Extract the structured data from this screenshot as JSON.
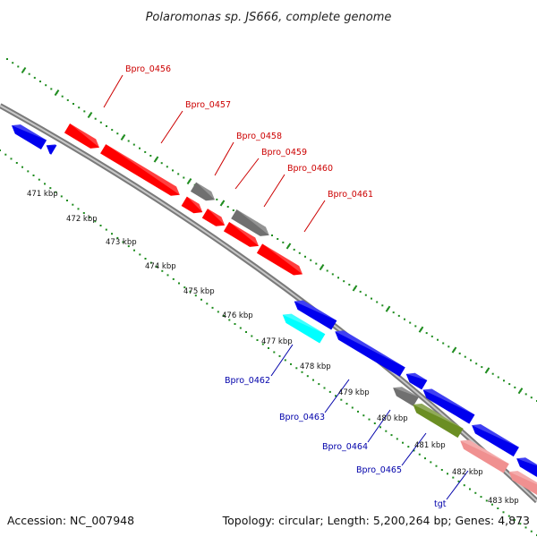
{
  "title": "Polaromonas sp. JS666, complete genome",
  "footer": {
    "accession": "Accession: NC_007948",
    "topology": "Topology: circular; Length: 5,200,264 bp; Genes: 4,873"
  },
  "colors": {
    "backbone": "#808080",
    "grid_dots": "#1e8c1e",
    "forward_label": "#cc0000",
    "reverse_label": "#0000aa",
    "red_gene": "#ff0000",
    "blue_gene": "#0000ee",
    "gray_gene": "#707070",
    "cyan_gene": "#00ffff",
    "olive_gene": "#6b8e23",
    "pink_gene": "#f09090"
  },
  "ticks": [
    "471 kbp",
    "472 kbp",
    "473 kbp",
    "474 kbp",
    "475 kbp",
    "476 kbp",
    "477 kbp",
    "478 kbp",
    "479 kbp",
    "480 kbp",
    "481 kbp",
    "482 kbp",
    "483 kbp"
  ],
  "gene_labels": {
    "forward": [
      "Bpro_0456",
      "Bpro_0457",
      "Bpro_0458",
      "Bpro_0459",
      "Bpro_0460",
      "Bpro_0461"
    ],
    "reverse": [
      "Bpro_0462",
      "Bpro_0463",
      "Bpro_0464",
      "Bpro_0465",
      "tgt"
    ]
  }
}
